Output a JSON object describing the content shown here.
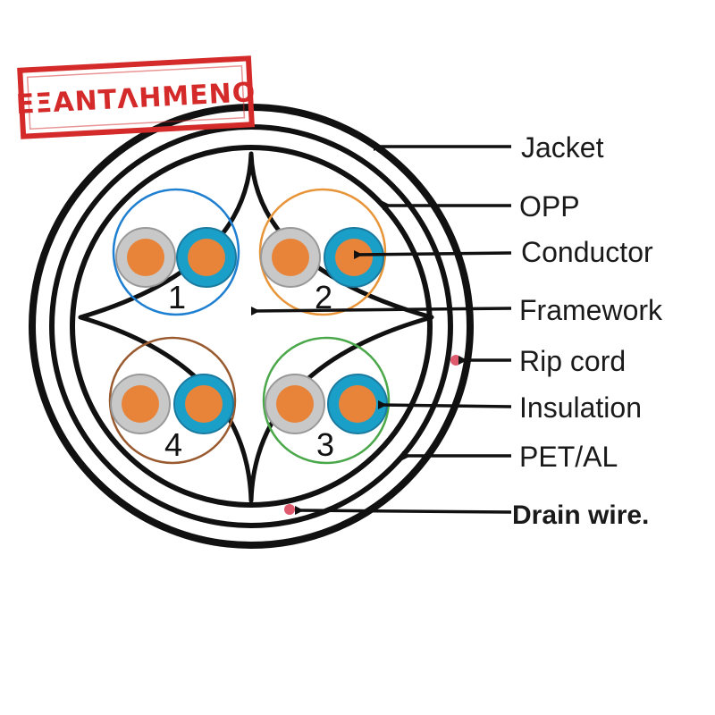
{
  "stamp": {
    "text": "ΕΞΑΝΤΛΗΜΕΝΟ",
    "color": "#d42a2a"
  },
  "labels": {
    "jacket": "Jacket",
    "opp": "OPP",
    "conductor": "Conductor",
    "framework": "Framework",
    "rip_cord": "Rip  cord",
    "insulation": "Insulation",
    "pet_al": "PET/AL",
    "drain_wire": "Drain wire."
  },
  "pairs": [
    {
      "number": "1",
      "color": "#1f7fd1"
    },
    {
      "number": "2",
      "color": "#e8953a"
    },
    {
      "number": "4",
      "color": "#9a5a30"
    },
    {
      "number": "3",
      "color": "#4aa84a"
    }
  ],
  "colors": {
    "outline": "#111111",
    "conductor": "#e8843a",
    "insulation_white": "#c8c8c8",
    "insulation_color": "#1aa0c8",
    "rip_cord": "#e05a6e",
    "drain_wire": "#e05a6e"
  }
}
